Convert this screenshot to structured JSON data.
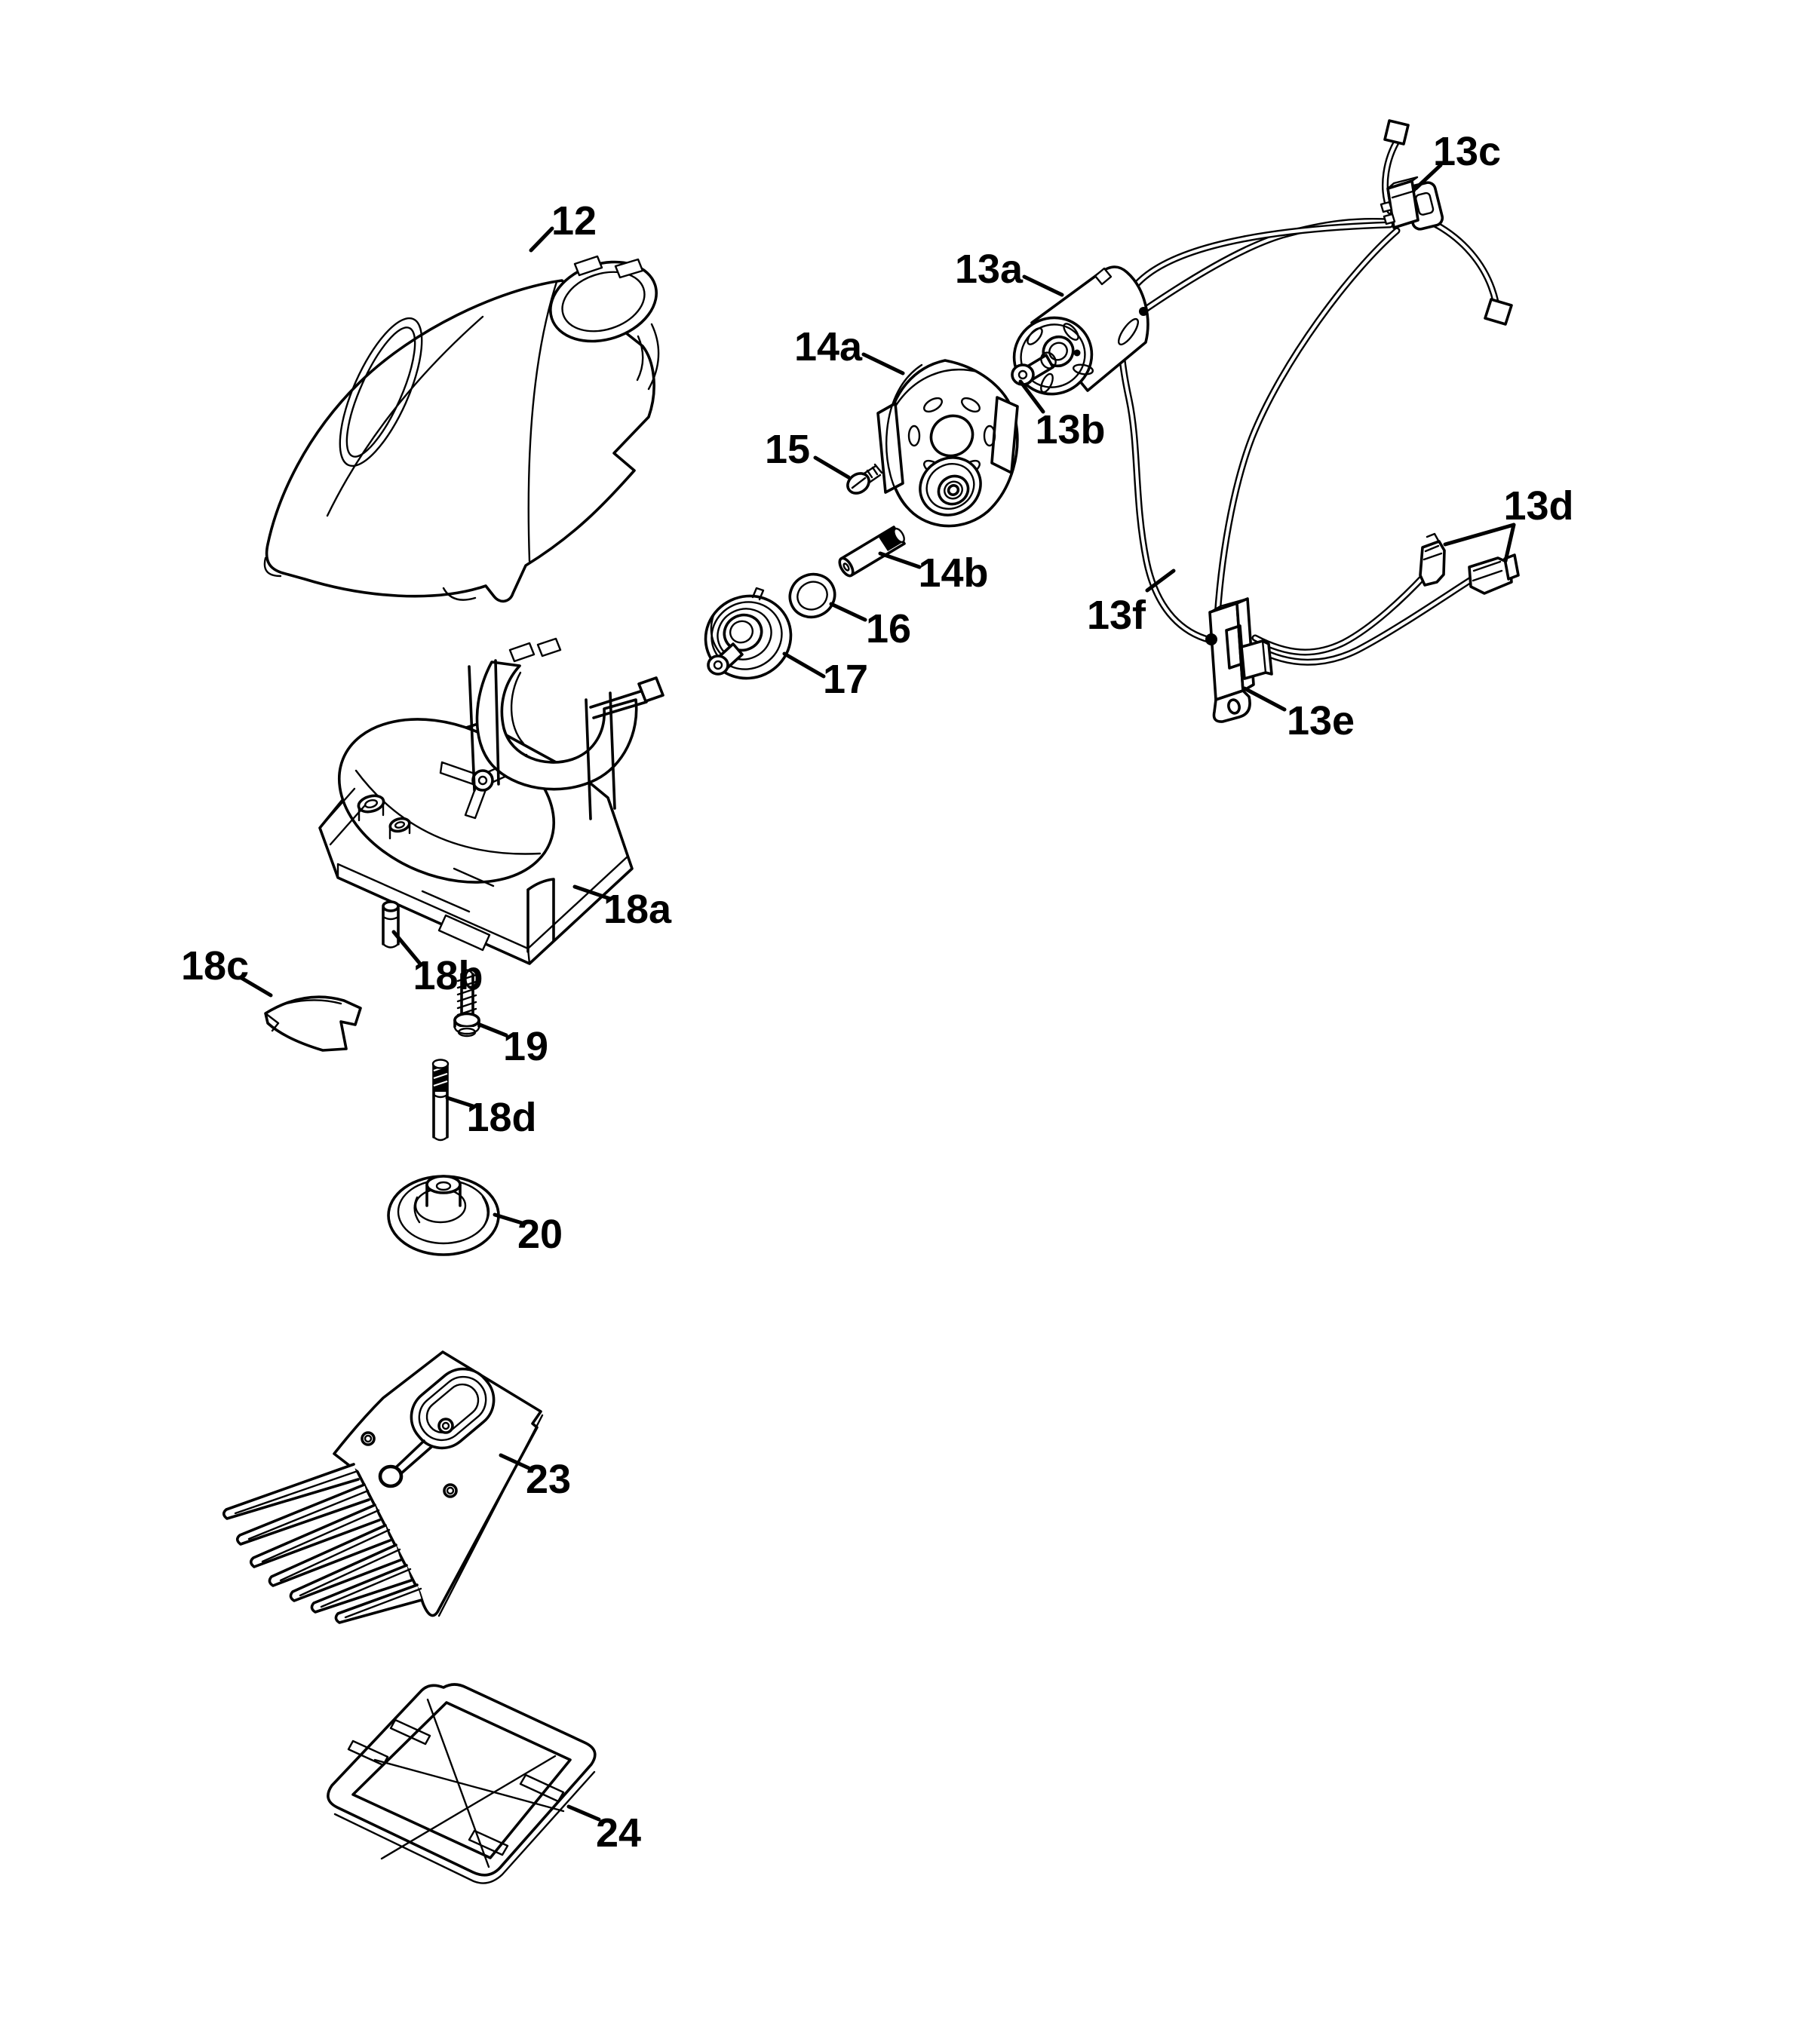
{
  "figure": {
    "background": "#ffffff",
    "line_color": "#000000",
    "label_color": "#000000",
    "callouts": [
      {
        "label": "12"
      },
      {
        "label": "13a"
      },
      {
        "label": "13b"
      },
      {
        "label": "13c"
      },
      {
        "label": "13d"
      },
      {
        "label": "13e"
      },
      {
        "label": "13f"
      },
      {
        "label": "14a"
      },
      {
        "label": "14b"
      },
      {
        "label": "15"
      },
      {
        "label": "16"
      },
      {
        "label": "17"
      },
      {
        "label": "18a"
      },
      {
        "label": "18b"
      },
      {
        "label": "18c"
      },
      {
        "label": "18d"
      },
      {
        "label": "19"
      },
      {
        "label": "20"
      },
      {
        "label": "23"
      },
      {
        "label": "24"
      }
    ]
  }
}
